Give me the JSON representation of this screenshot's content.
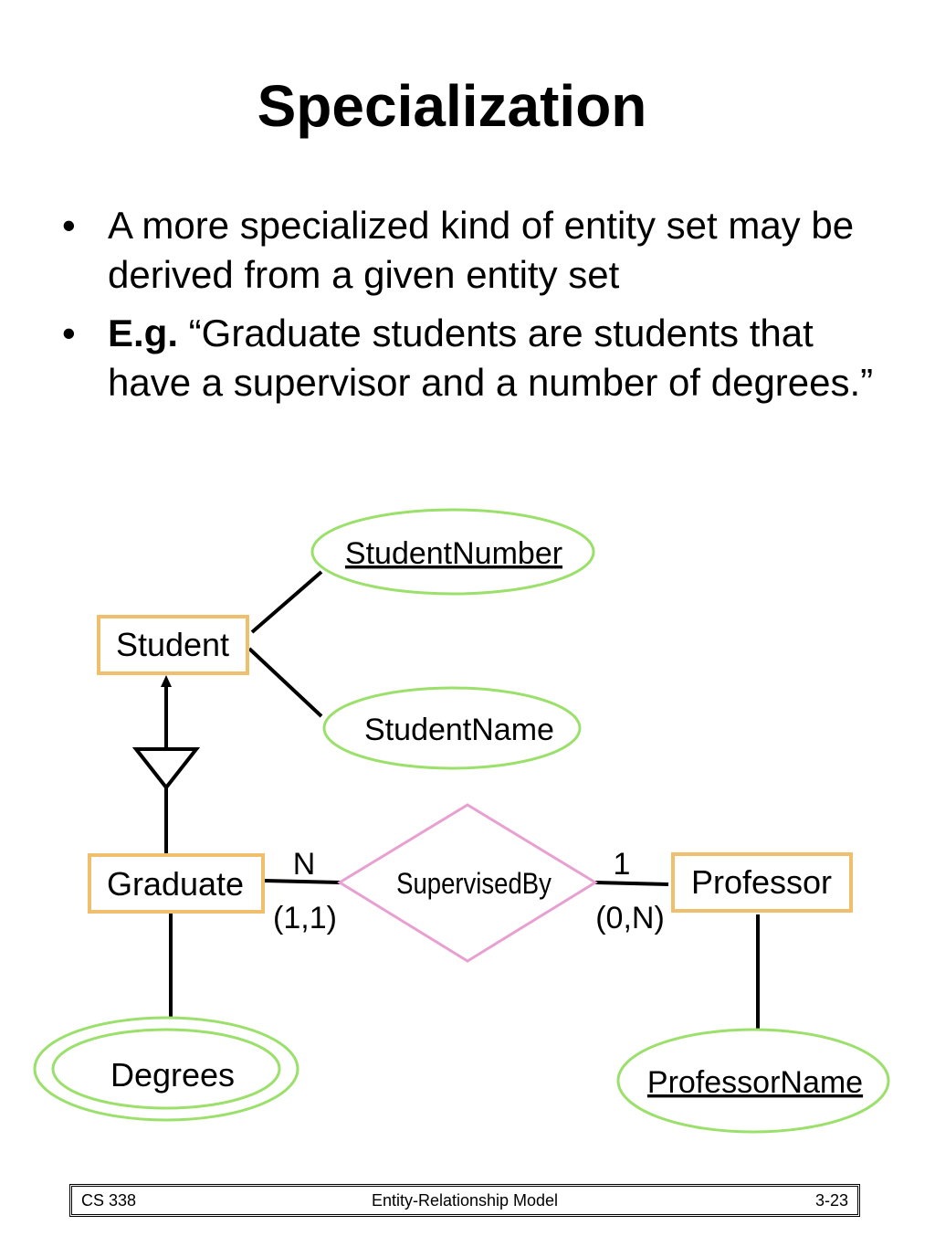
{
  "slide": {
    "title": "Specialization",
    "bullets": [
      {
        "marker": "•",
        "bold": "",
        "text": "A more specialized kind of entity set may be derived from a given entity set"
      },
      {
        "marker": "•",
        "bold": "E.g.",
        "text": " “Graduate students are students that have a supervisor and a number of degrees.”"
      }
    ]
  },
  "diagram": {
    "entities": {
      "student": "Student",
      "graduate": "Graduate",
      "professor": "Professor"
    },
    "attributes": {
      "student_number": "StudentNumber",
      "student_name": "StudentName",
      "degrees": "Degrees",
      "professor_name": "ProfessorName"
    },
    "relationship": "SupervisedBy",
    "cardinality": {
      "graduate_side": "N",
      "graduate_side_range": "(1,1)",
      "professor_side": "1",
      "professor_side_range": "(0,N)"
    },
    "colors": {
      "entity_border": "#f0bf6e",
      "attribute_border": "#9be06a",
      "relationship_border": "#e8a0d0",
      "line": "#000000"
    }
  },
  "footer": {
    "left": "CS 338",
    "center": "Entity-Relationship Model",
    "right": "3-23"
  }
}
